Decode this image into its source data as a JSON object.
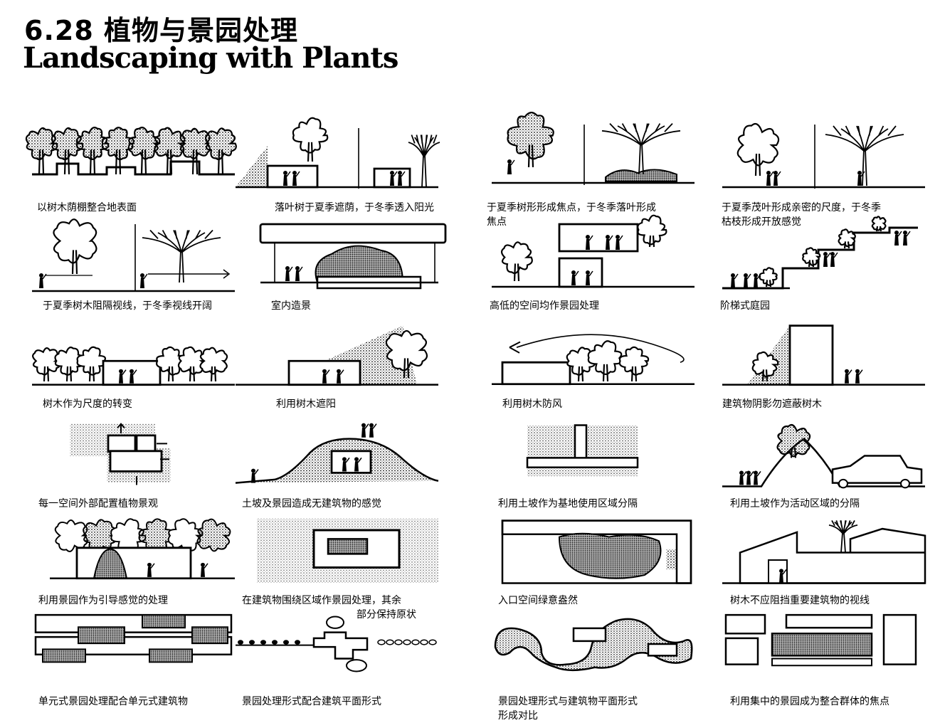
{
  "header": {
    "title_cn": "6.28  植物与景园处理",
    "title_en": "Landscaping with Plants"
  },
  "captions": [
    [
      "以树木荫棚整合地表面"
    ],
    [
      "落叶树于夏季遮荫，于冬季透入阳光"
    ],
    [
      "于夏季树形形成焦点，于冬季落叶形成",
      "焦点"
    ],
    [
      "于夏季茂叶形成亲密的尺度，于冬季",
      "枯枝形成开放感觉"
    ],
    [
      "于夏季树木阻隔视线，于冬季视线开阔"
    ],
    [
      "室内造景"
    ],
    [
      "高低的空间均作景园处理"
    ],
    [
      "阶梯式庭园"
    ],
    [
      "树木作为尺度的转变"
    ],
    [
      "利用树木遮阳"
    ],
    [
      "利用树木防风"
    ],
    [
      "建筑物阴影勿遮蔽树木"
    ],
    [
      "每一空间外部配置植物景观"
    ],
    [
      "土坡及景园造成无建筑物的感觉"
    ],
    [
      "利用土坡作为基地使用区域分隔"
    ],
    [
      "利用土坡作为活动区域的分隔"
    ],
    [
      "利用景园作为引导感觉的处理"
    ],
    [
      "在建筑物围绕区域作景园处理，其余",
      "部分保持原状"
    ],
    [
      "入口空间绿意盎然"
    ],
    [
      "树木不应阻挡重要建筑物的视线"
    ],
    [
      "单元式景园处理配合单元式建筑物"
    ],
    [
      "景园处理形式配合建筑平面形式"
    ],
    [
      "景园处理形式与建筑物平面形式",
      "形成对比"
    ],
    [
      "利用集中的景园成为整合群体的焦点"
    ]
  ]
}
